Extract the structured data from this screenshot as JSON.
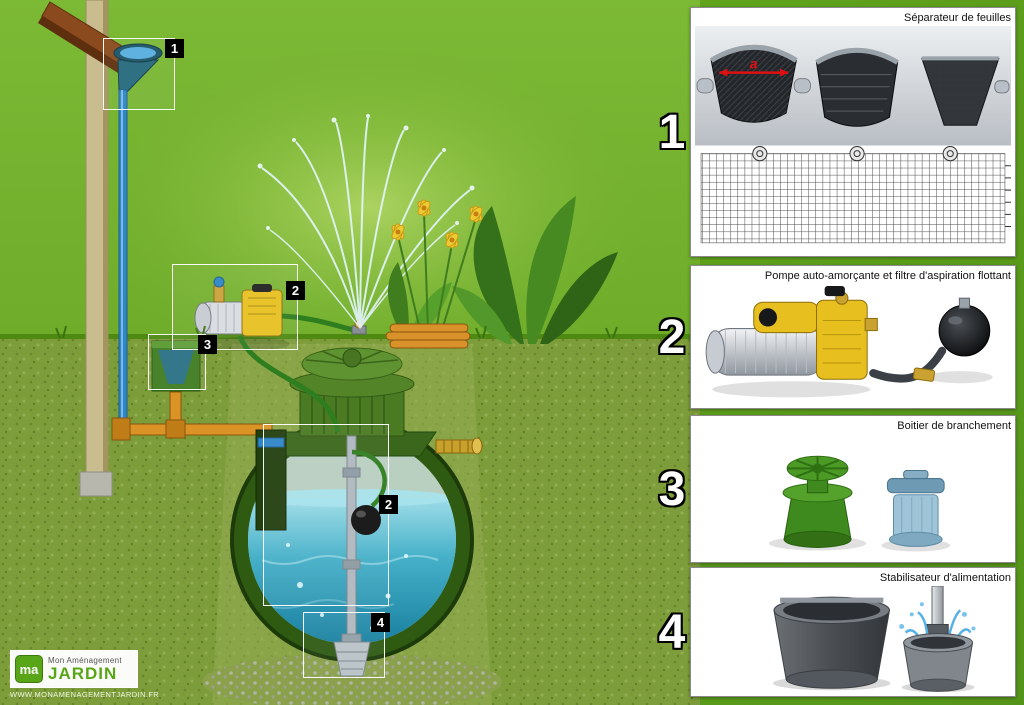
{
  "illustration": {
    "callouts": [
      {
        "id": "leaf-separator",
        "label": "1"
      },
      {
        "id": "pump",
        "label": "2"
      },
      {
        "id": "connection-box",
        "label": "3"
      },
      {
        "id": "floating-filter",
        "label": "2"
      },
      {
        "id": "feed-stabilizer",
        "label": "4"
      }
    ]
  },
  "panels": [
    {
      "number": "1",
      "title": "Séparateur de feuilles",
      "arrow_label": "a"
    },
    {
      "number": "2",
      "title": "Pompe auto-amorçante et filtre d'aspiration flottant"
    },
    {
      "number": "3",
      "title": "Boitier de branchement"
    },
    {
      "number": "4",
      "title": "Stabilisateur d'alimentation"
    }
  ],
  "logo": {
    "icon": "ma",
    "line1": "Mon Aménagement",
    "line2": "JARDIN",
    "url": "www.monamenagementjardin.fr"
  },
  "colors": {
    "background": "#61a41c",
    "ground": "#7d9c3a",
    "tank_green": "#2e5a12",
    "water_teal": "#2aa0bd",
    "pipe_orange": "#db9326",
    "pipe_blue": "#2f86c8",
    "accent_red": "#e01010"
  }
}
